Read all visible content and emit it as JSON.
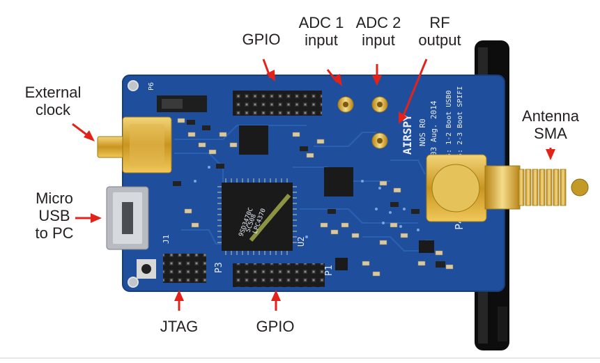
{
  "labels": {
    "gpio_top": "GPIO",
    "adc1": [
      "ADC 1",
      "input"
    ],
    "adc2": [
      "ADC 2",
      "input"
    ],
    "rf": [
      "RF",
      "output"
    ],
    "ext_clock": [
      "External",
      "clock"
    ],
    "antenna": [
      "Antenna",
      "SMA"
    ],
    "micro_usb": [
      "Micro",
      "USB",
      "to PC"
    ],
    "jtag": "JTAG",
    "gpio_bottom": "GPIO"
  },
  "board_silkscreen": {
    "brand": "AIRSPY",
    "rev": "NOS R0",
    "date": "03 Aug. 2014",
    "boot1": "P5: 1-2 Boot USB0",
    "boot2": "P5: 2-3 Boot SPIFI",
    "chip1": "LPC4370",
    "chip2": "SC508",
    "chip3": "9SD3470C",
    "p4": "P4",
    "p3": "P3",
    "p1": "P1",
    "u2": "U2",
    "j1": "J1",
    "p6": "P6"
  },
  "colors": {
    "pcb": "#1f4f9c",
    "arrow": "#e2231a",
    "text": "#231f20",
    "gold": "#d4a72c"
  }
}
